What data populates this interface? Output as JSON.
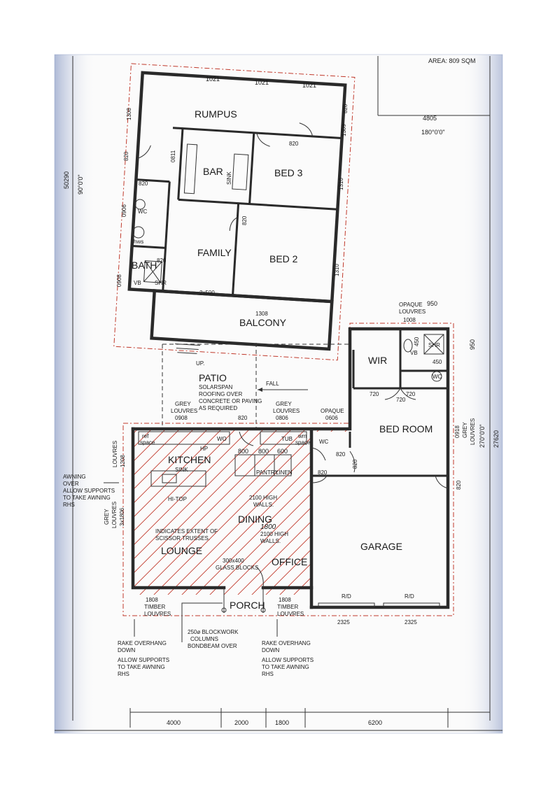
{
  "header": {
    "area": "AREA: 809 SQM"
  },
  "boundary": {
    "top_dim": "4805",
    "top_angle": "180°0'0\"",
    "left_dim": "50290",
    "left_angle": "90°0'0\"",
    "right_dim": "27620",
    "right_angle": "270°0'0\""
  },
  "upper_rooms": {
    "rumpus": "RUMPUS",
    "bar": "BAR",
    "sink": "SINK",
    "bed3": "BED 3",
    "family": "FAMILY",
    "bed2": "BED 2",
    "bath": "BATH",
    "balcony": "BALCONY",
    "wc": "WC",
    "hws": "hws",
    "vb": "VB",
    "shr": "SHR"
  },
  "upper_dims": {
    "top1": "1021",
    "top2": "1021",
    "top3": "1021",
    "left1": "1308",
    "left2": "820",
    "left3": "820",
    "left4": "0906",
    "left5": "0908",
    "bar_side": "0811",
    "right1": "820",
    "right2": "1309",
    "right3": "1310",
    "right4": "1310",
    "door_bed3": "820",
    "door_bed2": "820",
    "door_bath": "820",
    "window_family": "2x500",
    "balcony_dim": "1308"
  },
  "patio": {
    "up": "UP.",
    "title": "PATIO",
    "note": [
      "SOLARSPAN",
      "ROOFING OVER",
      "CONCRETE OR PAVING",
      "AS REQUIRED"
    ],
    "fall": "FALL",
    "grey_louvres_1": [
      "GREY",
      "LOUVRES",
      "0908"
    ],
    "door_820": "820",
    "grey_louvres_2": [
      "GREY",
      "LOUVRES",
      "0806"
    ],
    "opaque": [
      "OPAQUE",
      "0606"
    ]
  },
  "ground_rooms": {
    "kitchen": "KITCHEN",
    "sink": "SINK",
    "hitop": "HI-TOP",
    "ref_space": [
      "ref",
      "space"
    ],
    "hp": "HP",
    "wo": "WO",
    "tub": "TUB",
    "wm_space": [
      "wm",
      "space"
    ],
    "wc": "WC",
    "pantry": "PANTRY",
    "linen": "LINEN",
    "dining": "DINING",
    "lounge": "LOUNGE",
    "office": "OFFICE",
    "porch": "PORCH",
    "garage": "GARAGE",
    "bedroom": "BED ROOM",
    "wir": "WIR",
    "vb": "VB",
    "shr": "SHR",
    "wc2": "WC"
  },
  "ground_dims": {
    "p800a": "800",
    "p800b": "800",
    "p600": "600",
    "d820a": "820",
    "d820b": "820",
    "d820c": "820",
    "d820d": "820",
    "d720a": "720",
    "d720b": "720",
    "d720c": "720",
    "d450a": "450",
    "d450b": "450",
    "d950a": "950",
    "d950b": "950",
    "opaque_top": [
      "OPAQUE",
      "LOUVRES",
      "1008"
    ],
    "grey_right": [
      "0918",
      "GREY",
      "LOUVRES"
    ],
    "grey_left_1": [
      "LOUVRES",
      "1208"
    ],
    "grey_left_2": [
      "GREY",
      "LOUVRES",
      "3x1806"
    ],
    "rd1": "R/D",
    "rd2": "R/D",
    "g2325a": "2325",
    "g2325b": "2325",
    "timber_left": [
      "1808",
      "TIMBER",
      "LOUVRES"
    ],
    "timber_right": [
      "1808",
      "TIMBER",
      "LOUVRES"
    ]
  },
  "notes": {
    "high_walls_1": [
      "2100 HIGH",
      "WALLS."
    ],
    "high_walls_2": [
      "2100 HIGH",
      "WALLS."
    ],
    "handwritten": "1800",
    "scissor": [
      "INDICATES EXTENT OF",
      "SCISSOR TRUSSES."
    ],
    "glass": [
      "300x400",
      "GLASS BLOCKS"
    ],
    "awning": [
      "AWNING",
      "OVER",
      "ALLOW SUPPORTS",
      "TO TAKE AWNING",
      "RHS"
    ],
    "rake_left": [
      "RAKE OVERHANG",
      "DOWN",
      "ALLOW SUPPORTS",
      "TO TAKE AWNING",
      "RHS"
    ],
    "blockwork": [
      "250ø BLOCKWORK",
      "COLUMNS",
      "BONDBEAM OVER"
    ],
    "rake_right": [
      "RAKE OVERHANG",
      "DOWN",
      "ALLOW SUPPORTS",
      "TO TAKE AWNING",
      "RHS"
    ]
  },
  "bottom_dims": {
    "d1": "4000",
    "d2": "2000",
    "d3": "1800",
    "d4": "6200"
  }
}
